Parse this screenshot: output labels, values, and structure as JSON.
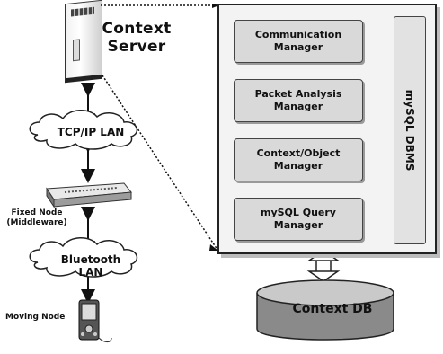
{
  "server": {
    "label": "Context\nServer"
  },
  "networks": {
    "tcp": "TCP/IP LAN",
    "bluetooth": "Bluetooth LAN"
  },
  "nodes": {
    "fixed": "Fixed Node\n(Middleware)",
    "moving": "Moving Node"
  },
  "managers": [
    {
      "label": "Communication\nManager"
    },
    {
      "label": "Packet Analysis\nManager"
    },
    {
      "label": "Context/Object\nManager"
    },
    {
      "label": "mySQL Query\nManager"
    }
  ],
  "dbms": {
    "label": "mySQL DBMS"
  },
  "database": {
    "label": "Context DB"
  }
}
